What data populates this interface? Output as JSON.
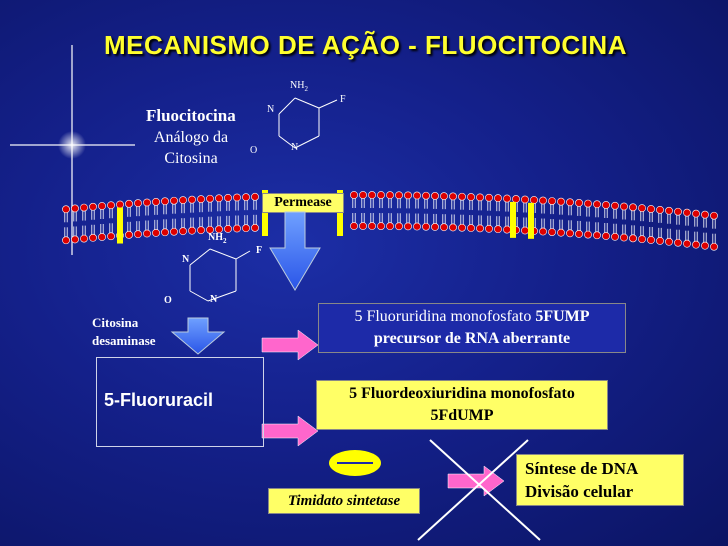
{
  "title": "MECANISMO DE AÇÃO - FLUOCITOCINA",
  "drug": {
    "name": "Fluocitocina",
    "desc_line1": "Análogo da",
    "desc_line2": "Citosina"
  },
  "molecule": {
    "nh2": "NH",
    "sub": "2",
    "f": "F",
    "n": "N",
    "o": "O"
  },
  "permease": "Permease",
  "enzyme": {
    "line1": "Citosina",
    "line2": "desaminase"
  },
  "fluoruracil": "5-Fluoruracil",
  "fump": {
    "line1_pre": "5 Fluoruridina monofosfato ",
    "line1_bold": "5FUMP",
    "line2": "precursor de RNA aberrante"
  },
  "fdump": {
    "line1": "5 Fluordeoxiuridina monofosfato",
    "line2": "5FdUMP"
  },
  "timidato": "Timidato sintetase",
  "sintese": {
    "line1": "Síntese de DNA",
    "line2": "Divisão celular"
  },
  "colors": {
    "title": "#ffff2e",
    "yellow_box": "#ffff66",
    "arrow_pink": "#ff66cc",
    "arrow_blue": "#3366ff",
    "membrane_red": "#dd0000",
    "ellipse_yellow": "#ffff00"
  }
}
